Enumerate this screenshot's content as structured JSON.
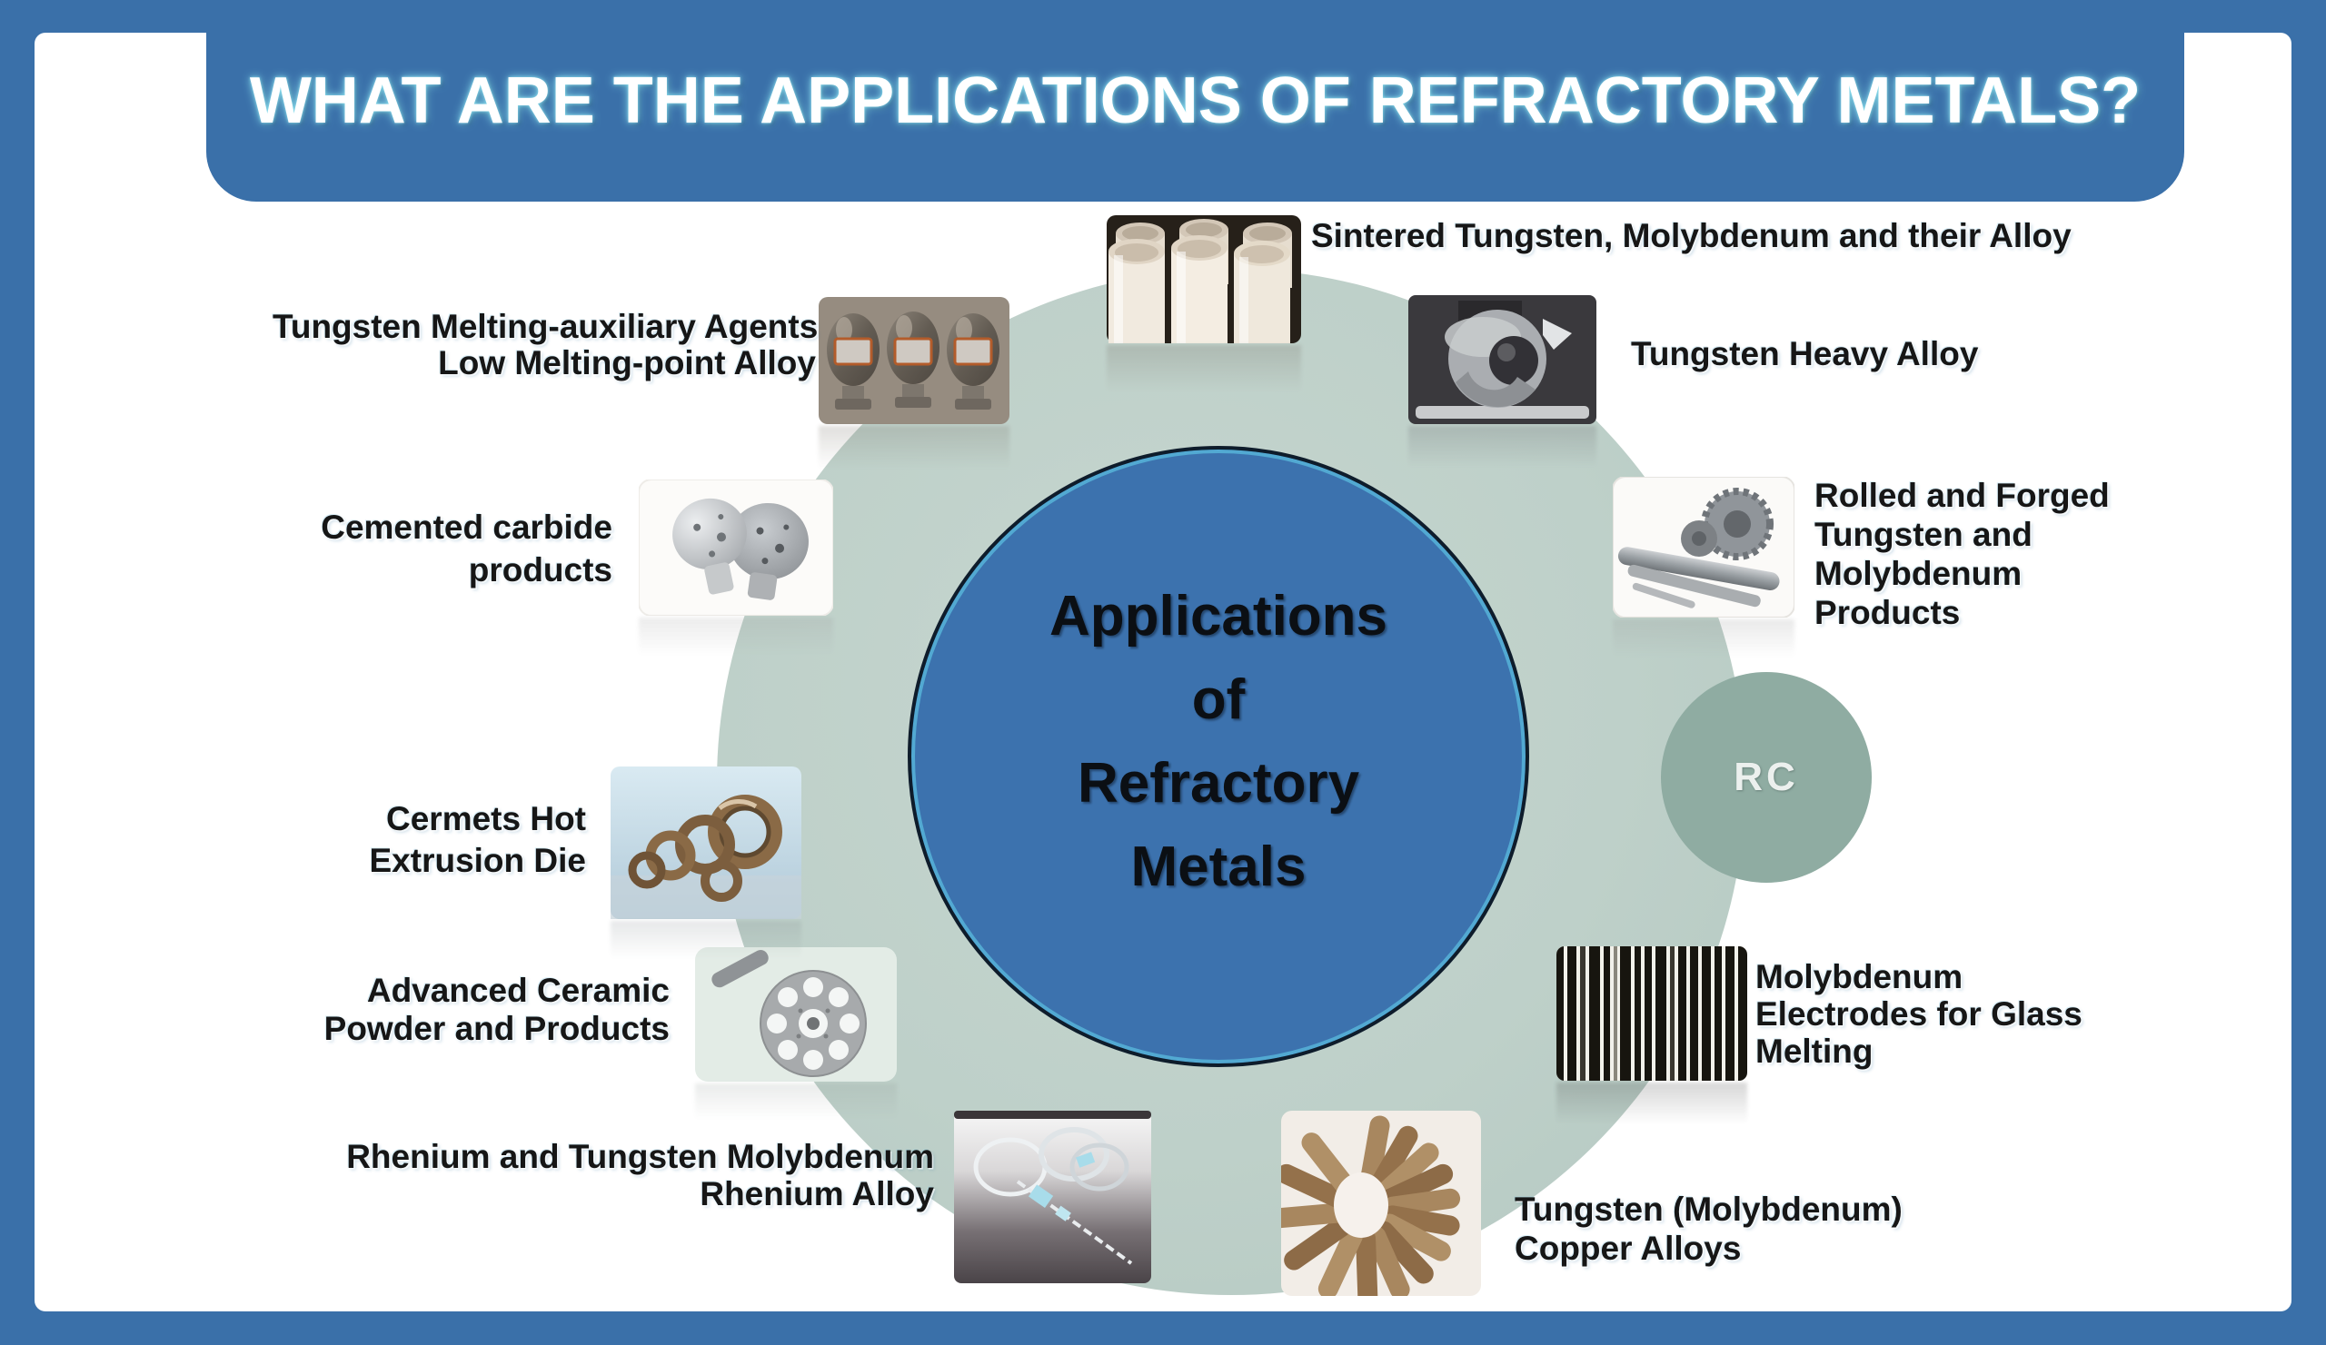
{
  "title": "WHAT ARE THE APPLICATIONS OF REFRACTORY METALS?",
  "center_circle": {
    "lines": [
      "Applications",
      "of",
      "Refractory",
      "Metals"
    ]
  },
  "rc_badge": "RC",
  "items": [
    {
      "id": "sintered",
      "label_lines": [
        "Sintered Tungsten, Molybdenum and their Alloy"
      ]
    },
    {
      "id": "heavy",
      "label_lines": [
        "Tungsten Heavy Alloy"
      ]
    },
    {
      "id": "rolled",
      "label_lines": [
        "Rolled and Forged",
        "Tungsten and",
        "Molybdenum",
        "Products"
      ]
    },
    {
      "id": "electrodes",
      "label_lines": [
        "Molybdenum",
        "Electrodes for Glass",
        "Melting"
      ]
    },
    {
      "id": "copper",
      "label_lines": [
        "Tungsten (Molybdenum)",
        "Copper Alloys"
      ]
    },
    {
      "id": "rhenium",
      "label_lines": [
        "Rhenium and Tungsten Molybdenum",
        "Rhenium Alloy"
      ]
    },
    {
      "id": "ceramic",
      "label_lines": [
        "Advanced Ceramic",
        "Powder and Products"
      ]
    },
    {
      "id": "cermets",
      "label_lines": [
        "Cermets Hot",
        "Extrusion Die"
      ]
    },
    {
      "id": "carbide",
      "label_lines": [
        "Cemented carbide",
        "products"
      ]
    },
    {
      "id": "agents",
      "label_lines": [
        "Tungsten Melting-auxiliary Agents",
        "Low Melting-point Alloy"
      ]
    }
  ],
  "colors": {
    "frame_blue": "#3a70a9",
    "center_blue": "#3c72ae",
    "sage_circle": "#bed0c9",
    "rc_circle": "#8faca2",
    "title_text": "#ffffff",
    "title_glow": "#8fe0f0",
    "label_text": "#161616"
  }
}
